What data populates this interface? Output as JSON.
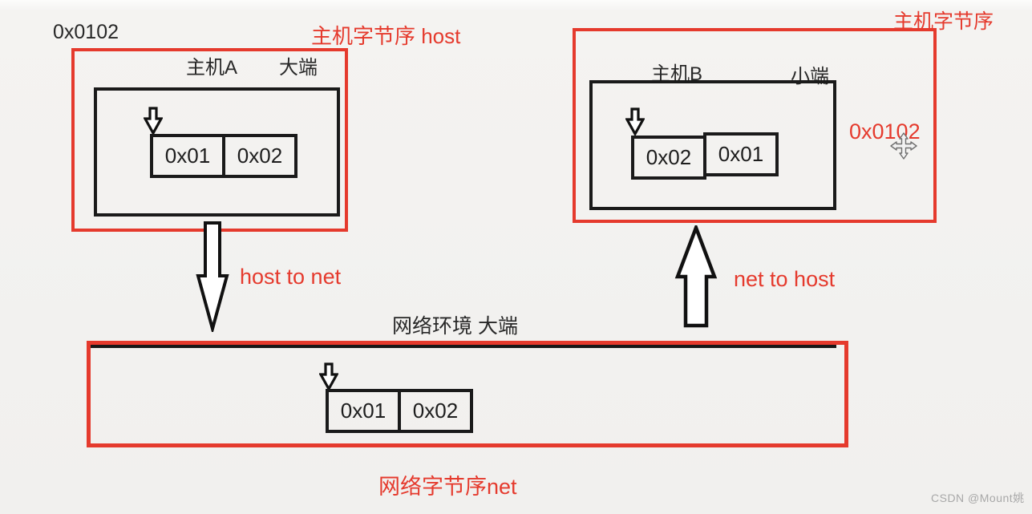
{
  "colors": {
    "accent_red": "#e53a2d",
    "diagram_black": "#1a1a1a",
    "watermark_gray": "#a8a8a8"
  },
  "labels": {
    "value_top_left": "0x0102",
    "host_byte_order_left": "主机字节序 host",
    "host_byte_order_right": "主机字节序",
    "host_a_title": "主机A",
    "host_a_endian": "大端",
    "host_b_title": "主机B",
    "host_b_endian": "小端",
    "host_to_net": "host to net",
    "net_to_host": "net to host",
    "network_env_title": "网络环境 大端",
    "network_byte_order": "网络字节序net",
    "value_right": "0x0102",
    "watermark": "CSDN @Mount姚"
  },
  "memory": {
    "host_a_bytes": [
      "0x01",
      "0x02"
    ],
    "host_b_bytes": [
      "0x02",
      "0x01"
    ],
    "network_bytes": [
      "0x01",
      "0x02"
    ]
  },
  "icons": {
    "pointer_arrow": "hollow-down-block-arrow",
    "host_to_net_arrow": "long-hollow-down-arrow",
    "net_to_host_arrow": "hollow-up-block-arrow",
    "move_cursor": "four-way-move-cursor"
  }
}
